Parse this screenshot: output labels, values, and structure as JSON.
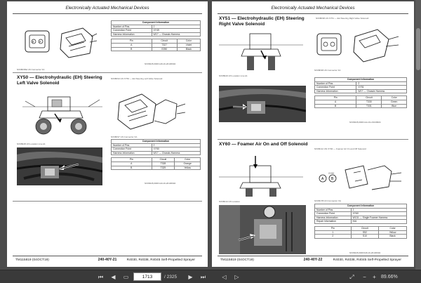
{
  "header_text": "Electronically Actuated Mechanical Devices",
  "left": {
    "cap_top": "NX08F95E UN Connector XA",
    "table_top": {
      "title": "Component Information",
      "rows": [
        {
          "label": "Number of Pins",
          "value": "2"
        },
        {
          "label": "Connection Point",
          "value": "XY49"
        },
        {
          "label": "Harness Information",
          "value": "W17 — Chassis Harness"
        }
      ],
      "head": {
        "pin": "Pin",
        "circuit": "Circuit",
        "color": "Color"
      },
      "pins": [
        {
          "pin": "A",
          "circuit": "T327",
          "color": "Violet"
        },
        {
          "pin": "B",
          "circuit": "G050",
          "color": "Black"
        }
      ],
      "ref": "NX08445,000F1A8-19-20130904"
    },
    "sec2": {
      "title_l1": "XY50 — Electrohydraulic (EH) Steering",
      "title_l2": "Left Valve Solenoid",
      "cap_small": "NX08F94 UN XY50 — EH Steering Left Valve Solenoid",
      "cap_loc": "NX08948 UN Location Line A1",
      "cap_conn": "NX08F97 UN Connector XA",
      "table": {
        "title": "Component Information",
        "rows": [
          {
            "label": "Number of Pins",
            "value": "2"
          },
          {
            "label": "Connection Point",
            "value": "XY50"
          },
          {
            "label": "Harness Information",
            "value": "W17 — Chassis Harness"
          }
        ],
        "head": {
          "pin": "Pin",
          "circuit": "Circuit",
          "color": "Color"
        },
        "pins": [
          {
            "pin": "A",
            "circuit": "T328",
            "color": "Orange"
          },
          {
            "pin": "B",
            "circuit": "T329",
            "color": "Yellow"
          }
        ],
        "ref": "NX08445,000F1A9-19-20130904"
      }
    },
    "footer": {
      "left": "TM115819 (04OCT19)",
      "center": "240-40Y-21",
      "right": "R4030, R4038, R4045 Self-Propelled Sprayer"
    }
  },
  "right": {
    "sec1": {
      "title_l1": "XY51 — Electrohydraulic (EH) Steering",
      "title_l2": "Right Valve Solenoid",
      "cap_small": "NX08F98 UN XY51 — EH Steering Right Valve Solenoid",
      "cap_conn": "NX08F98 UN Connector XA",
      "cap_loc": "NX08949 UN Location Line A1",
      "table": {
        "title": "Component Information",
        "rows": [
          {
            "label": "Number of Pins",
            "value": "2"
          },
          {
            "label": "Connection Point",
            "value": "XY51"
          },
          {
            "label": "Harness Information",
            "value": "W17 — Chassis Harness"
          }
        ],
        "head": {
          "pin": "Pin",
          "circuit": "Circuit",
          "color": "Color"
        },
        "pins": [
          {
            "pin": "A",
            "circuit": "T330",
            "color": "Green"
          },
          {
            "pin": "B",
            "circuit": "T331",
            "color": "Blue"
          }
        ],
        "ref": "NX08445,000F1AA-19-20130904"
      }
    },
    "sec2": {
      "title": "XY60 — Foamer Air On and Off Solenoid",
      "cap_small": "NX08C12 UN XY60 — Foamer Air On and Off Solenoid",
      "cap_loc": "NX08F44 UN Location",
      "cap_conn": "NX08C7B UN Connector XA",
      "conn_label": "XY60",
      "table": {
        "title": "Component Information",
        "rows": [
          {
            "label": "Number of Pins",
            "value": "2"
          },
          {
            "label": "Connection Point",
            "value": "XY60"
          },
          {
            "label": "Harness Information",
            "value": "W131 — Single Foamer Harness"
          },
          {
            "label": "Repair Information",
            "value": "N/A"
          }
        ],
        "head": {
          "pin": "Pin",
          "circuit": "Circuit",
          "color": "Color"
        },
        "pins": [
          {
            "pin": "1",
            "circuit": "S52",
            "color": "Yellow"
          },
          {
            "pin": "2",
            "circuit": "S10",
            "color": "Black"
          }
        ],
        "ref": "NX08445,000F0A8-19-20130904"
      }
    },
    "footer": {
      "left": "TM115819 (04OCT19)",
      "center": "240-40Y-22",
      "right": "R4030, R4038, R4045 Self-Propelled Sprayer"
    }
  },
  "statusbar": {
    "page_value": "1713",
    "page_total": "/ 2325",
    "zoom": "89.66%",
    "icons": [
      "first-page-icon",
      "prev-page-icon",
      "next-page-icon",
      "last-page-icon",
      "back-icon",
      "forward-icon",
      "fit-icon",
      "zoom-out-icon",
      "zoom-in-icon"
    ]
  },
  "colors": {
    "viewer_bg": "#4b4b4b",
    "page_bg": "#ffffff",
    "statusbar_bg": "#3a3a3a"
  }
}
